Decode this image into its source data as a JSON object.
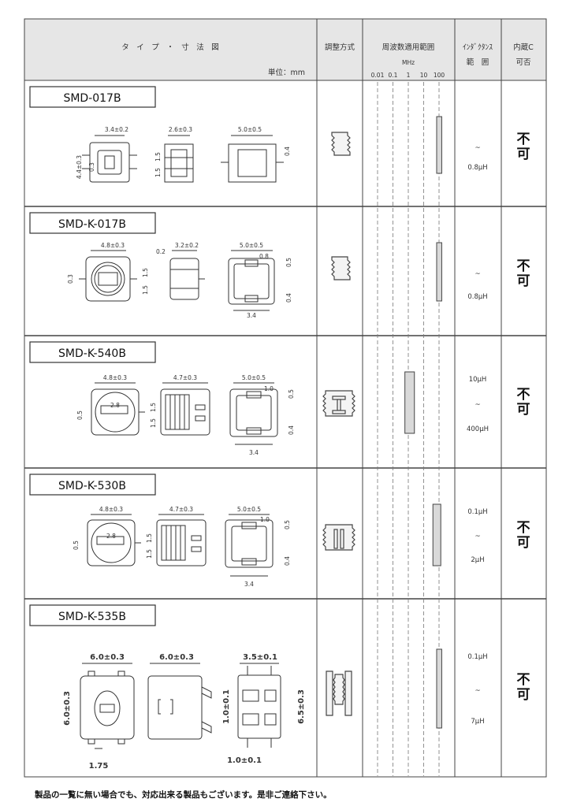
{
  "header": {
    "type_dimension": "タ　イ　プ　・　寸　法　図",
    "unit": "単位：mm",
    "adjust_method": "調整方式",
    "freq_range": "周波数適用範囲",
    "freq_unit": "MHz",
    "freq_ticks": [
      "0.01",
      "0.1",
      "1",
      "10",
      "100"
    ],
    "inductance_l1": "ｲﾝﾀﾞｸﾀﾝｽ",
    "inductance_l2": "範　囲",
    "builtin_c_l1": "内蔵C",
    "builtin_c_l2": "可否"
  },
  "rows": [
    {
      "label": "SMD-017B",
      "dims": [
        "3.4±0.2",
        "2.6±0.3",
        "5.0±0.5",
        "4.4±0.3",
        "0.3",
        "1.5",
        "1.5",
        "0.4"
      ],
      "freq_bar": {
        "from_mhz": 70,
        "to_mhz": 150
      },
      "inductance": [
        "~",
        "0.8μH"
      ],
      "builtin_c": "不可"
    },
    {
      "label": "SMD-K-017B",
      "dims": [
        "4.8±0.3",
        "0.2",
        "3.2±0.2",
        "5.0±0.5",
        "0.8",
        "0.3",
        "1.5",
        "1.5",
        "0.5",
        "0.4",
        "3.4"
      ],
      "freq_bar": {
        "from_mhz": 70,
        "to_mhz": 150
      },
      "inductance": [
        "~",
        "0.8μH"
      ],
      "builtin_c": "不可"
    },
    {
      "label": "SMD-K-540B",
      "dims": [
        "4.8±0.3",
        "4.7±0.3",
        "5.0±0.5",
        "1.0",
        "2.8",
        "0.5",
        "1.5",
        "1.5",
        "0.5",
        "0.4",
        "3.4"
      ],
      "freq_bar": {
        "from_mhz": 0.6,
        "to_mhz": 2.5
      },
      "inductance": [
        "10μH",
        "~",
        "400μH"
      ],
      "builtin_c": "不可"
    },
    {
      "label": "SMD-K-530B",
      "dims": [
        "4.8±0.3",
        "4.7±0.3",
        "5.0±0.5",
        "1.0",
        "2.8",
        "0.5",
        "1.5",
        "1.5",
        "0.5",
        "0.4",
        "3.4"
      ],
      "freq_bar": {
        "from_mhz": 40,
        "to_mhz": 130
      },
      "inductance": [
        "0.1μH",
        "~",
        "2μH"
      ],
      "builtin_c": "不可"
    },
    {
      "label": "SMD-K-535B",
      "dims": [
        "6.0±0.3",
        "6.0±0.3",
        "3.5±0.1",
        "6.0±0.3",
        "1.0±0.1",
        "6.5±0.3",
        "1.75",
        "1.0±0.1"
      ],
      "freq_bar": {
        "from_mhz": 70,
        "to_mhz": 150
      },
      "inductance": [
        "0.1μH",
        "~",
        "7μH"
      ],
      "builtin_c": "不可"
    }
  ],
  "footer": "製品の一覧に無い場合でも、対応出来る製品もございます。是非ご連絡下さい。"
}
